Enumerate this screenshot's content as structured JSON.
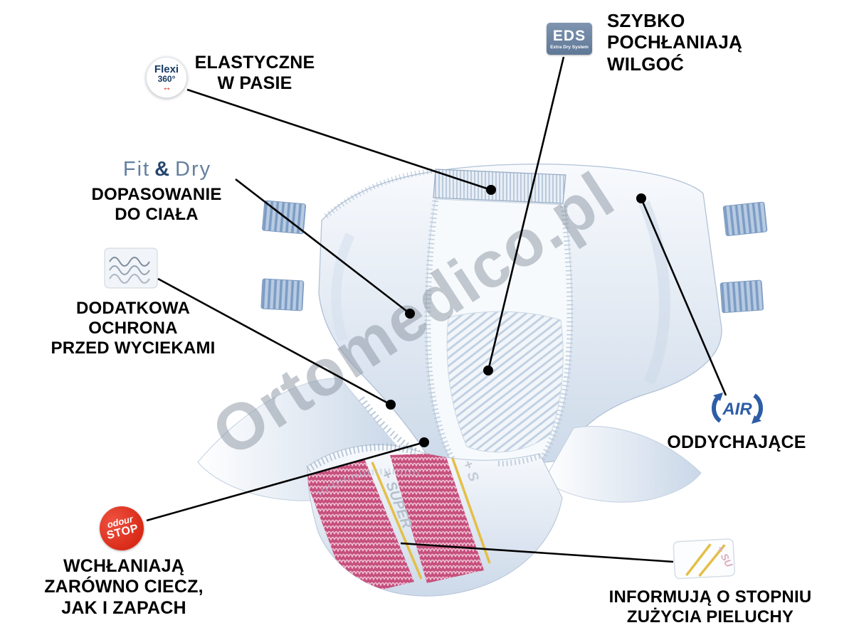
{
  "watermark": "Ortomedico.pl",
  "colors": {
    "pink_band": "#c6507d",
    "yellow_indicator": "#e4bf47",
    "eds_blue": "#6c84a0",
    "air_blue": "#2d5da6",
    "odour_red": "#d92a17",
    "flexi_navy": "#173a63"
  },
  "icons": [
    "flexi-360-badge",
    "eds-badge",
    "fit-and-dry-logo",
    "leak-guard-icon",
    "air-icon",
    "odour-stop-badge",
    "wetness-indicator-image"
  ],
  "callouts": {
    "flexi": {
      "badge_top": "Flexi",
      "badge_bottom": "360°",
      "badge_arrow": "↔",
      "label": "ELASTYCZNE\nW PASIE"
    },
    "eds": {
      "badge_top": "EDS",
      "badge_bottom": "Extra Dry System",
      "label": "SZYBKO\nPOCHŁANIAJĄ\nWILGOĆ"
    },
    "fitdry": {
      "logo_fit": "Fit",
      "logo_amp": "&",
      "logo_dry": "Dry",
      "label": "DOPASOWANIE\nDO CIAŁA"
    },
    "leakguard": {
      "label": "DODATKOWA\nOCHRONA\nPRZED WYCIEKAMI"
    },
    "air": {
      "badge": "AIR",
      "label": "ODDYCHAJĄCE"
    },
    "odour": {
      "badge_top": "odour",
      "badge_bottom": "STOP",
      "label": "WCHŁANIAJĄ\nZARÓWNO CIECZ,\nJAK I ZAPACH"
    },
    "indicator": {
      "label": "INFORMUJĄ O STOPNIU\nZUŻYCIA PIELUCHY"
    }
  },
  "diaper_text": {
    "super_left": "+ SUPER",
    "super_right": "+ S",
    "indicator_letters": "+ SU"
  }
}
